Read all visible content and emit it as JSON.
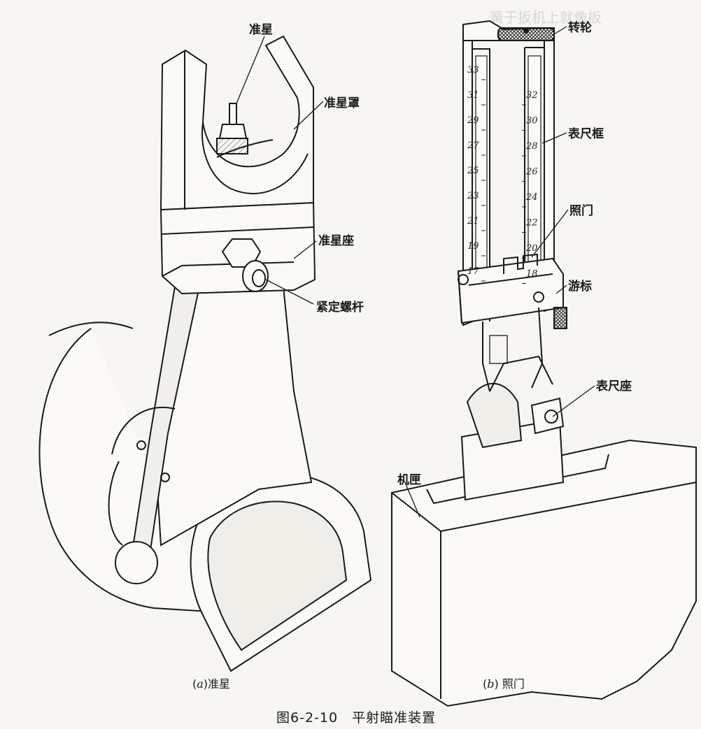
{
  "figure": {
    "caption": "图6-2-10　平射瞄准装置",
    "sub_a_letter": "a",
    "sub_a_text": "准星",
    "sub_b_letter": "b",
    "sub_b_text": "照门"
  },
  "labels_a": {
    "front_sight": "准星",
    "front_sight_hood": "准星罩",
    "front_sight_base": "准星座",
    "locking_screw": "紧定螺杆"
  },
  "labels_b": {
    "turn_wheel": "转轮",
    "scale_frame": "表尺框",
    "rear_sight": "照门",
    "slider": "游标",
    "scale_base": "表尺座",
    "receiver": "机匣"
  },
  "scale": {
    "left_ticks": [
      "33",
      "31",
      "29",
      "27",
      "25",
      "23",
      "21",
      "19",
      "17"
    ],
    "right_ticks": [
      "32",
      "30",
      "28",
      "26",
      "24",
      "22",
      "20",
      "18"
    ]
  }
}
